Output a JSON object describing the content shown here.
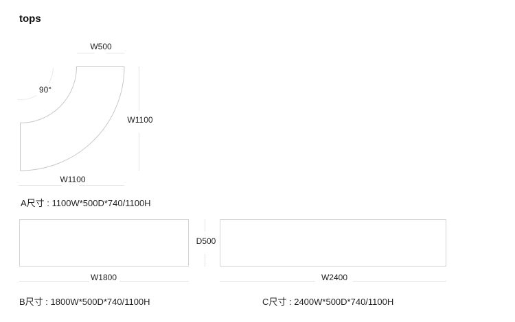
{
  "title": "tops",
  "a": {
    "dim_top": "W500",
    "dim_angle": "90°",
    "dim_right": "W1100",
    "dim_bottom": "W1100",
    "caption": "A尺寸 : 1100W*500D*740/1100H"
  },
  "b": {
    "dim_width": "W1800",
    "caption": "B尺寸 : 1800W*500D*740/1100H"
  },
  "c": {
    "dim_width": "W2400",
    "caption": "C尺寸 : 2400W*500D*740/1100H"
  },
  "between_b_c": {
    "dim_depth": "D500"
  },
  "colors": {
    "background": "#ffffff",
    "text": "#1f1f1f",
    "shape_outline": "#c8c8c8",
    "dimension_line": "#e3e3e3"
  }
}
